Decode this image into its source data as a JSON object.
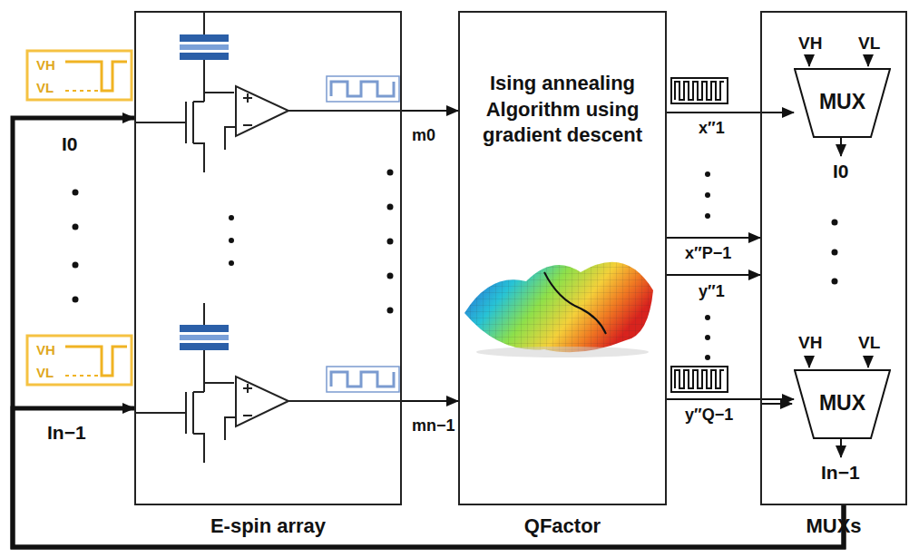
{
  "diagram": {
    "nodes": [
      {
        "text": [
          "E-spin array"
        ]
      },
      {
        "text": [
          "Ising annealing Algorithm using gradient descent",
          "QFactor"
        ]
      },
      {
        "text": [
          "MUXs"
        ]
      },
      {
        "text": [
          "MUX"
        ],
        "in": 2
      },
      {
        "text": [
          "MUX"
        ],
        "in": 2
      }
    ],
    "edges": [
      {
        "from": 0,
        "to": 1,
        "arrow": "to",
        "label": "m0"
      },
      {
        "from": 0,
        "to": 1,
        "arrow": "to",
        "label": "mn−1"
      },
      {
        "from": 1,
        "to": 3,
        "arrow": "to",
        "label": "x″1"
      },
      {
        "from": 1,
        "to": 2,
        "arrow": "to",
        "label": "x″P−1"
      },
      {
        "from": 1,
        "to": 2,
        "arrow": "to",
        "label": "y″1"
      },
      {
        "from": 1,
        "to": 4,
        "arrow": "to",
        "label": "y″Q−1"
      },
      {
        "from": 2,
        "to": 0,
        "arrow": "to",
        "label": "I0"
      },
      {
        "from": 2,
        "to": 0,
        "arrow": "to",
        "label": "In−1"
      }
    ],
    "labels": [
      "VH",
      "VL",
      "VH",
      "VL",
      "VH",
      "VL",
      "I0",
      "VH",
      "VL",
      "In−1"
    ]
  }
}
